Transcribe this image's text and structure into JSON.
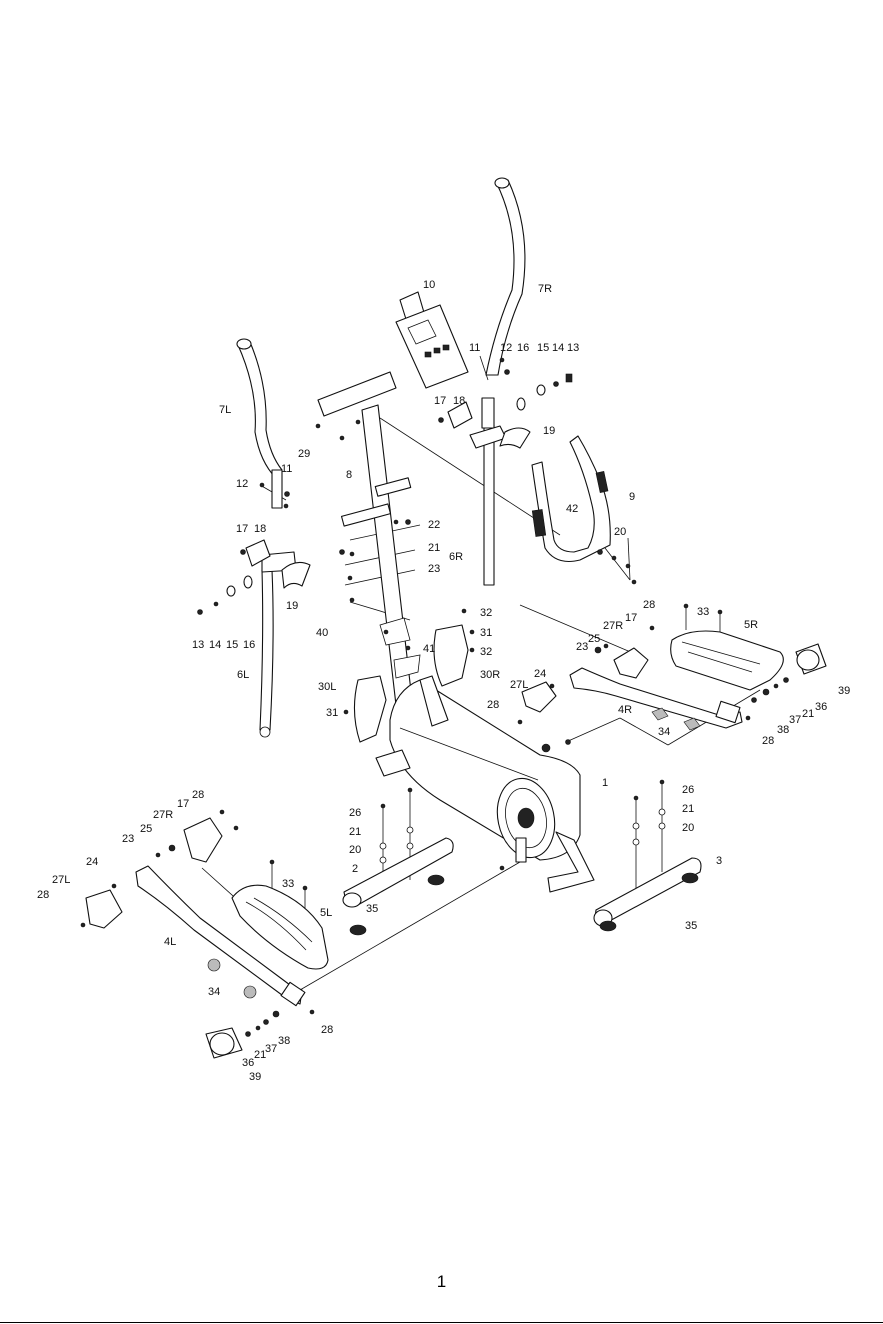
{
  "page": {
    "number": "1"
  },
  "diagram": {
    "labels": [
      "10",
      "7R",
      "7L",
      "11",
      "12",
      "16",
      "15",
      "14",
      "13",
      "17",
      "18",
      "19",
      "29",
      "8",
      "9",
      "42",
      "22",
      "21",
      "23",
      "20",
      "6R",
      "11",
      "12",
      "17",
      "18",
      "19",
      "13",
      "14",
      "15",
      "16",
      "32",
      "31",
      "40",
      "41",
      "32",
      "30R",
      "30L",
      "31",
      "6L",
      "28",
      "17",
      "33",
      "27R",
      "5R",
      "25",
      "23",
      "24",
      "27L",
      "28",
      "4R",
      "34",
      "36",
      "21",
      "37",
      "38",
      "39",
      "28",
      "1",
      "26",
      "21",
      "20",
      "2",
      "35",
      "26",
      "21",
      "20",
      "3",
      "35",
      "28",
      "17",
      "27R",
      "25",
      "23",
      "24",
      "27L",
      "28",
      "33",
      "5L",
      "4L",
      "34",
      "28",
      "38",
      "37",
      "21",
      "36",
      "39"
    ]
  }
}
